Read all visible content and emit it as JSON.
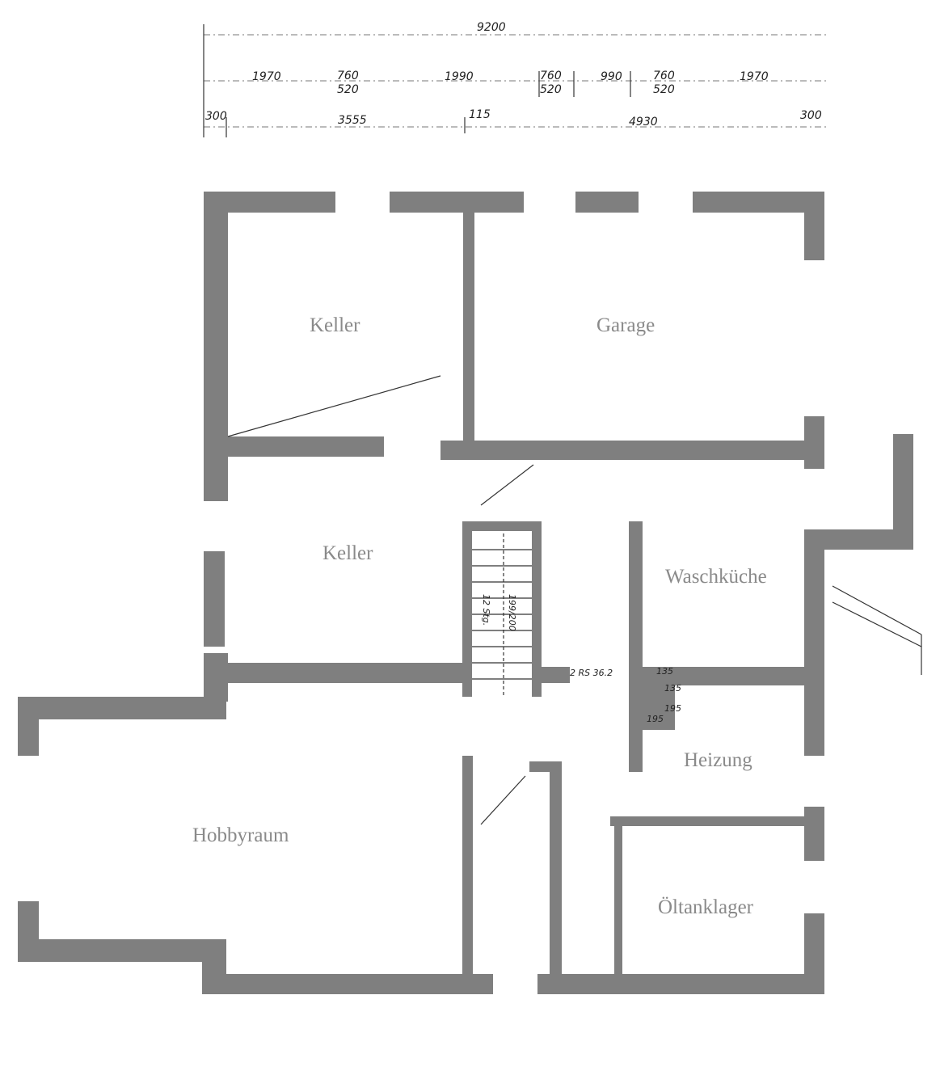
{
  "title": "Kellergeschoss Grundriss",
  "dimensions": {
    "total": "9200",
    "row2": [
      "1970",
      "760",
      "520",
      "1990",
      "760",
      "520",
      "990",
      "760",
      "520",
      "1970"
    ],
    "row3": [
      "300",
      "3555",
      "115",
      "4930",
      "300"
    ]
  },
  "rooms": {
    "keller1": "Keller",
    "garage": "Garage",
    "keller2": "Keller",
    "waschkueche": "Waschküche",
    "heizung": "Heizung",
    "hobbyraum": "Hobbyraum",
    "oeltanklager": "Öltanklager"
  },
  "stair": {
    "steps": "12 Stg.",
    "ratio": "199/200",
    "note": "2 RS 36.2"
  },
  "chimney": {
    "a": "135",
    "b": "135",
    "c": "195",
    "d": "195"
  },
  "colors": {
    "wall": "#7f7f7f",
    "label": "#8a8a8a"
  }
}
